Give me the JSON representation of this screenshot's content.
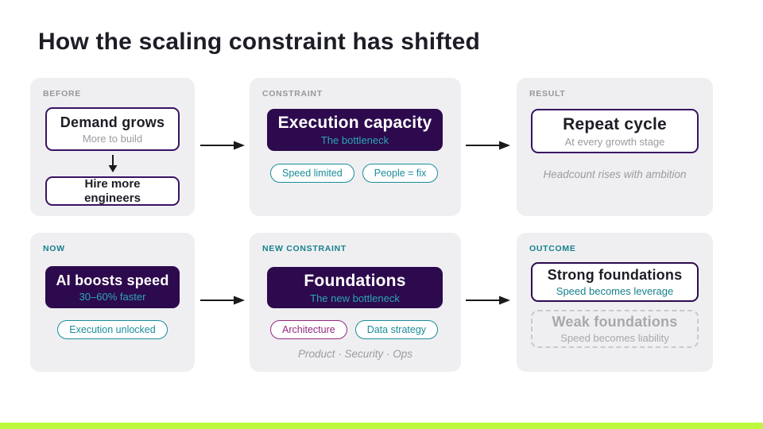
{
  "title": "How the scaling constraint has shifted",
  "colors": {
    "accent_green": "#bdf83e",
    "dark_purple": "#2d0a4d",
    "purple_border": "#3a1263",
    "teal": "#17808e",
    "magenta": "#93287f",
    "card_bg": "#efeff1",
    "gray_text": "#9b9ba1"
  },
  "cards": {
    "before": {
      "label": "BEFORE",
      "box1_title": "Demand grows",
      "box1_sub": "More to build",
      "box2_title": "Hire more engineers"
    },
    "constraint": {
      "label": "CONSTRAINT",
      "box_title": "Execution capacity",
      "box_sub": "The bottleneck",
      "pill1": "Speed limited",
      "pill2": "People = fix"
    },
    "result": {
      "label": "RESULT",
      "box_title": "Repeat cycle",
      "box_sub": "At every growth stage",
      "note": "Headcount rises with ambition"
    },
    "now": {
      "label": "NOW",
      "box_title": "AI boosts speed",
      "box_sub": "30–60% faster",
      "pill": "Execution unlocked"
    },
    "new_constraint": {
      "label": "NEW CONSTRAINT",
      "box_title": "Foundations",
      "box_sub": "The new bottleneck",
      "pill1": "Architecture",
      "pill2": "Data strategy",
      "note": "Product · Security · Ops"
    },
    "outcome": {
      "label": "OUTCOME",
      "strong_title": "Strong foundations",
      "strong_sub": "Speed becomes leverage",
      "weak_title": "Weak foundations",
      "weak_sub": "Speed becomes liability"
    }
  }
}
